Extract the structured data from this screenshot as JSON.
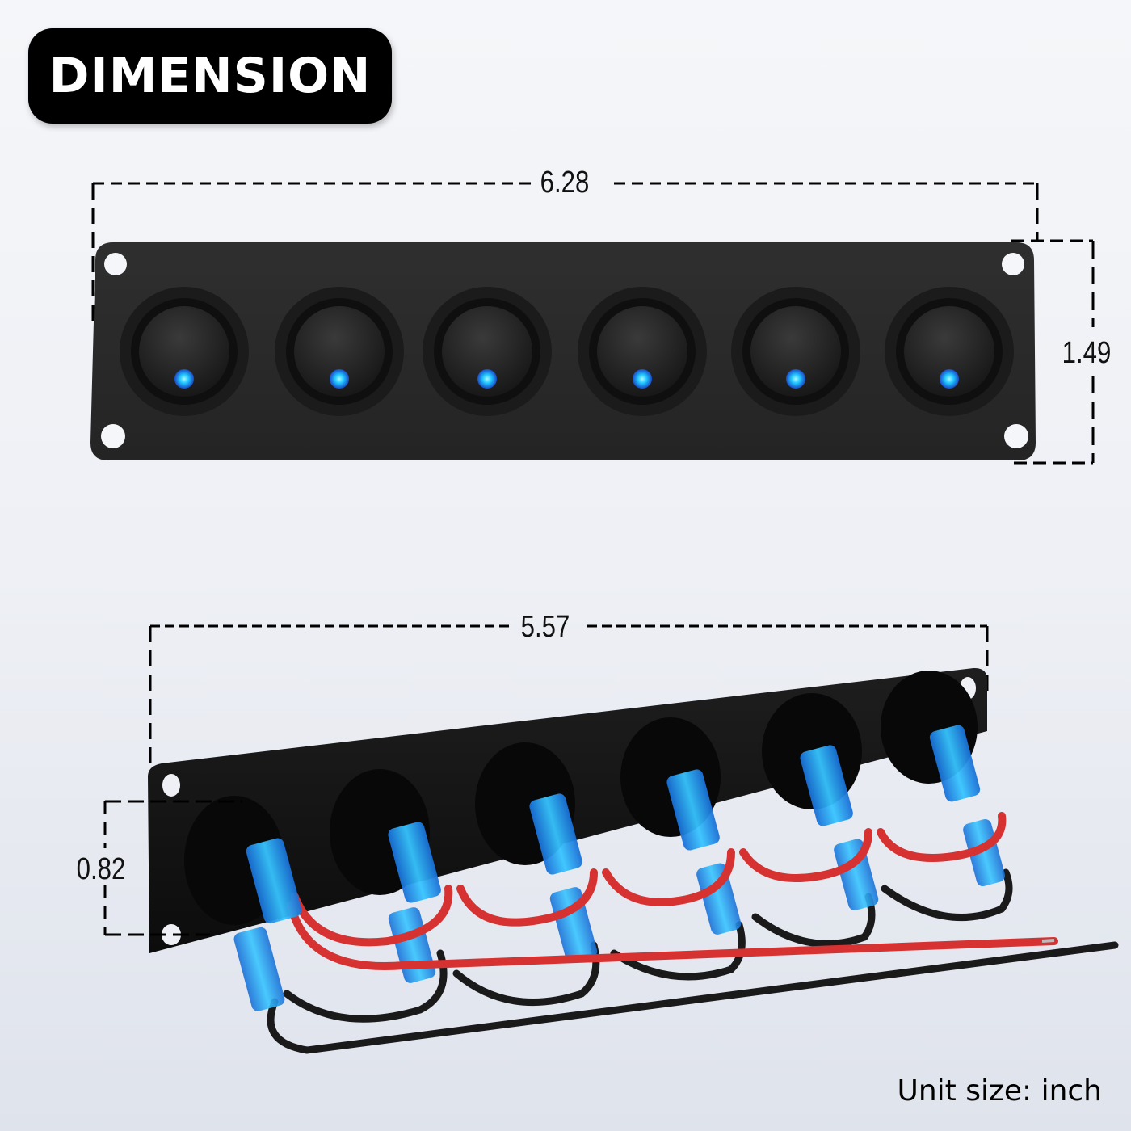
{
  "title": "DIMENSION",
  "front_view": {
    "width_label": "6.28",
    "height_label": "1.49",
    "switch_count": 6,
    "indicator_color": "#1ec8ff",
    "panel_color": "#2a2a2a"
  },
  "rear_view": {
    "width_label": "5.57",
    "depth_label": "0.82",
    "terminal_color": "#2aa8e8",
    "wire_colors": {
      "positive": "#d63232",
      "negative": "#1a1a1a"
    }
  },
  "footer": {
    "unit_note": "Unit size: inch"
  }
}
